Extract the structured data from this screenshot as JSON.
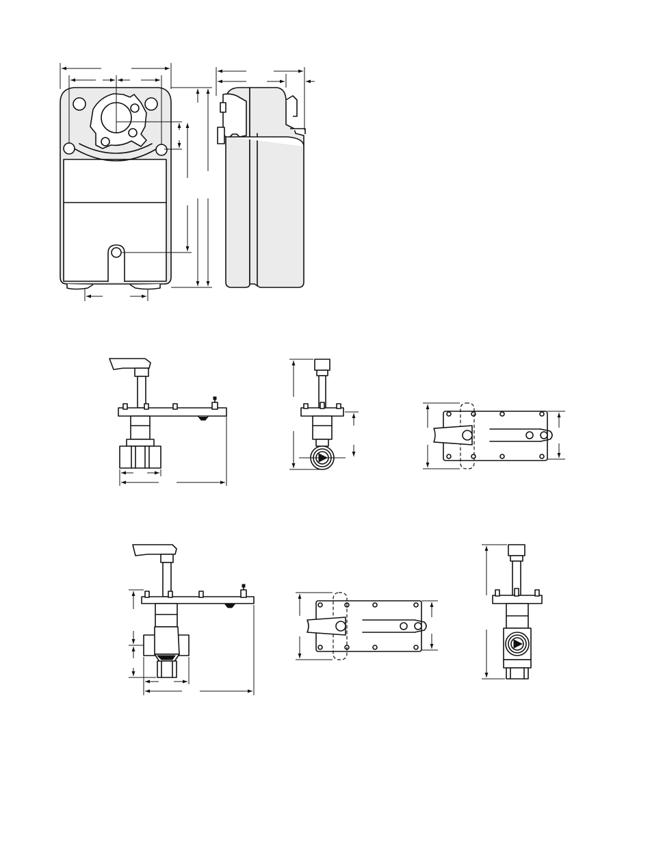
{
  "drawing": {
    "views": [
      {
        "id": "actuator-front-view"
      },
      {
        "id": "actuator-side-view"
      },
      {
        "id": "two-way-valve-front-view"
      },
      {
        "id": "two-way-valve-side-view"
      },
      {
        "id": "two-way-valve-top-view"
      },
      {
        "id": "three-way-valve-front-view"
      },
      {
        "id": "three-way-valve-top-view"
      },
      {
        "id": "three-way-valve-side-view"
      }
    ]
  }
}
